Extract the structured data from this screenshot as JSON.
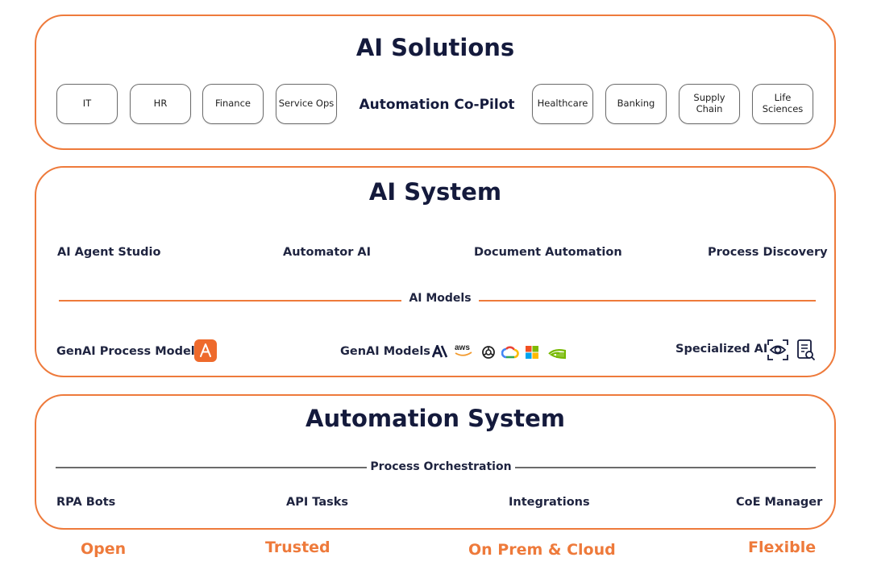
{
  "solutions": {
    "title": "AI Solutions",
    "center": "Automation Co-Pilot",
    "chips_left": [
      "IT",
      "HR",
      "Finance",
      "Service Ops"
    ],
    "chips_right": [
      "Healthcare",
      "Banking",
      "Supply Chain",
      "Life Sciences"
    ]
  },
  "ai_system": {
    "title": "AI System",
    "items": [
      "AI Agent Studio",
      "Automator AI",
      "Document Automation",
      "Process Discovery"
    ],
    "divider": "AI Models",
    "models": {
      "process": "GenAI Process Models",
      "genai": "GenAI Models",
      "specialized": "Specialized AI"
    },
    "icons": [
      "automation-anywhere-logo-icon",
      "anthropic-logo-icon",
      "aws-logo-icon",
      "openai-logo-icon",
      "google-cloud-logo-icon",
      "microsoft-logo-icon",
      "nvidia-logo-icon",
      "eye-scan-icon",
      "document-search-icon"
    ],
    "aws_text": "aws"
  },
  "automation": {
    "title": "Automation System",
    "divider": "Process Orchestration",
    "items": [
      "RPA Bots",
      "API Tasks",
      "Integrations",
      "CoE Manager"
    ]
  },
  "footer": [
    "Open",
    "Trusted",
    "On Prem & Cloud",
    "Flexible"
  ],
  "colors": {
    "accent": "#ee7a3b",
    "text": "#141a3c",
    "grey_line": "#6b6b6b"
  }
}
